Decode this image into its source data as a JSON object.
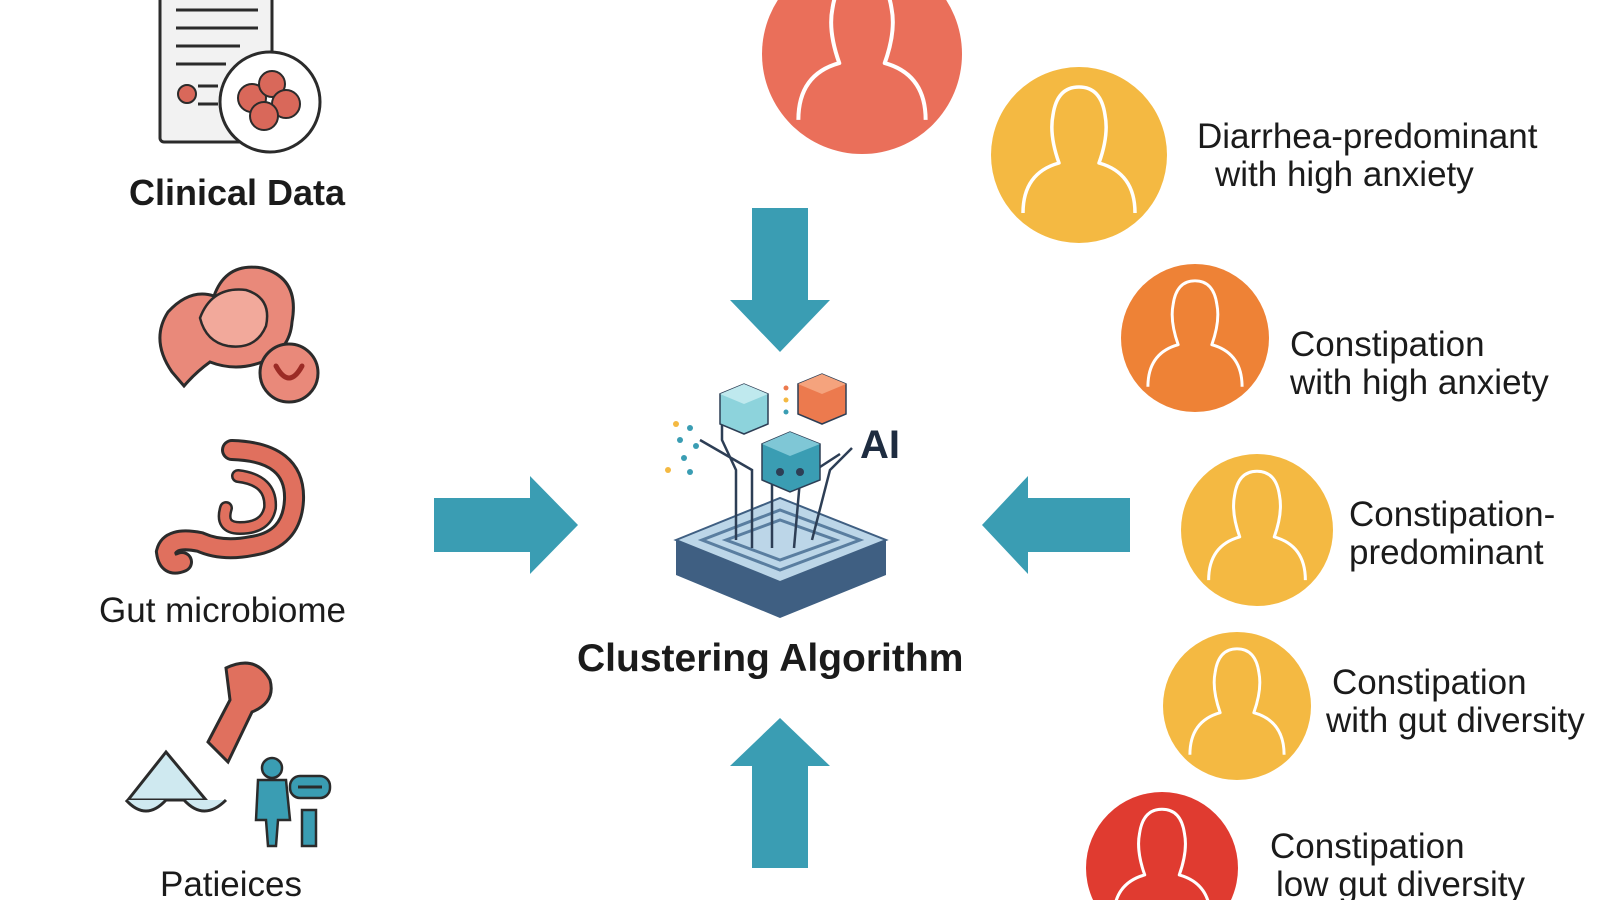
{
  "inputs": {
    "clinical": "Clinical Data",
    "microbiome": "Gut microbiome",
    "patients": "Patieices"
  },
  "center": {
    "title": "Clustering Algorithm",
    "ai_label": "AI"
  },
  "clusters": [
    {
      "line1": "",
      "line2": "",
      "color": "#ea6f5a"
    },
    {
      "line1": "Diarrhea-predominant",
      "line2": "with high anxiety",
      "color": "#f4b942"
    },
    {
      "line1": "Constipation",
      "line2": "with high anxiety",
      "color": "#ee8236"
    },
    {
      "line1": "Constipation-",
      "line2": "predominant",
      "color": "#f4b942"
    },
    {
      "line1": "Constipation",
      "line2": "with gut diversity",
      "color": "#f4b942"
    },
    {
      "line1": "Constipation",
      "line2": "low gut diversity",
      "color": "#e03b30"
    }
  ],
  "colors": {
    "arrow": "#3a9db3",
    "text": "#1b1b1b"
  }
}
